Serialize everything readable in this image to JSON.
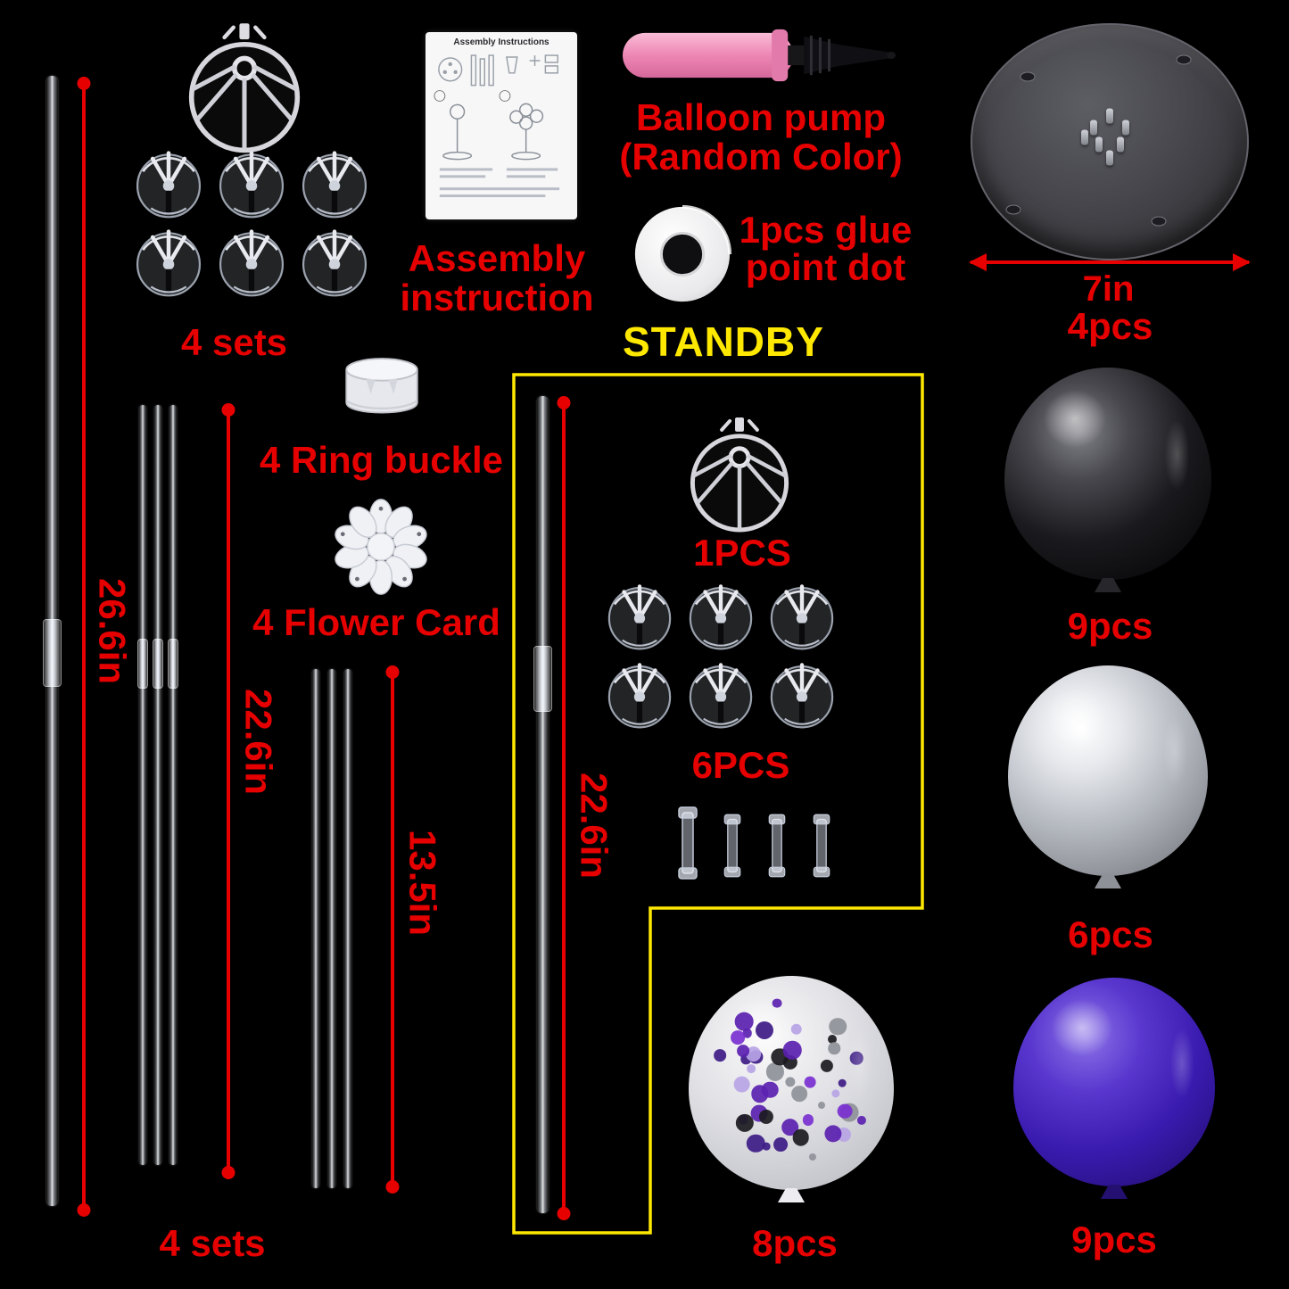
{
  "colors": {
    "background": "#000000",
    "label_red": "#e60000",
    "highlight_yellow": "#ffe800",
    "pump_pink": "#ee86b4"
  },
  "left_column": {
    "cup_sets_top_qty": "4 sets",
    "pole_sets_bottom_qty": "4 sets",
    "long_pole_length": "26.6in",
    "mid_pole_length": "22.6in",
    "short_pole_length": "13.5in"
  },
  "middle_column": {
    "ring_buckle_label": "4 Ring buckle",
    "flower_card_label": "4 Flower Card",
    "assembly_label_line1": "Assembly",
    "assembly_label_line2": "instruction",
    "assembly_card_title": "Assembly Instructions"
  },
  "top_row": {
    "pump_label_line1": "Balloon pump",
    "pump_label_line2": "(Random Color)",
    "glue_label_line1": "1pcs glue",
    "glue_label_line2": "point dot"
  },
  "standby_box": {
    "title": "STANDBY",
    "pole_length": "22.6in",
    "wheel_qty": "1PCS",
    "cups_qty": "6PCS"
  },
  "right_column": {
    "base_diameter": "7in",
    "base_qty": "4pcs",
    "black_balloon_qty": "9pcs",
    "silver_balloon_qty": "6pcs",
    "confetti_balloon_qty": "8pcs",
    "purple_balloon_qty": "9pcs"
  }
}
